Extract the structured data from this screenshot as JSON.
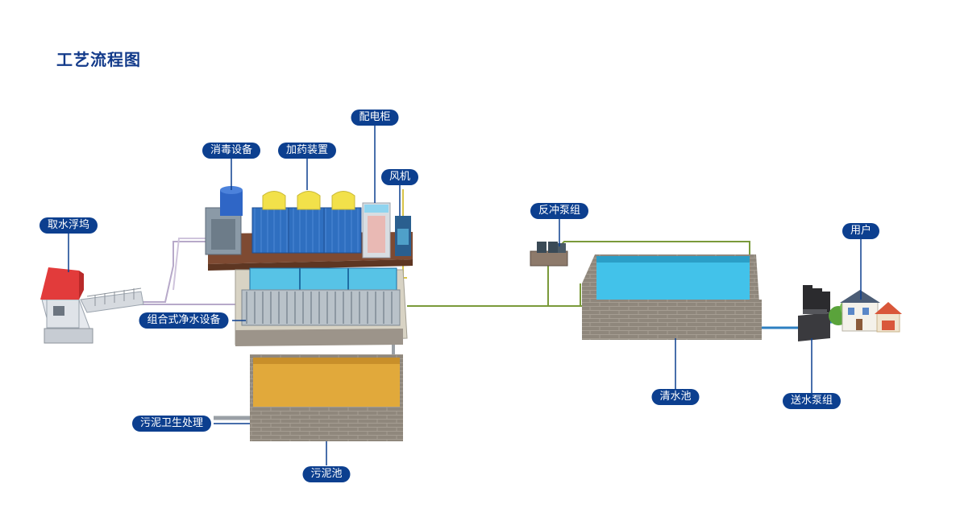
{
  "page": {
    "title": "工艺流程图"
  },
  "labels": {
    "intake": "取水浮坞",
    "disinfection": "消毒设备",
    "dosing": "加药装置",
    "distribution_cabinet": "配电柜",
    "blower": "风机",
    "purification": "组合式净水设备",
    "backwash_pumps": "反冲泵组",
    "clear_water_pool": "清水池",
    "delivery_pumps": "送水泵组",
    "users": "用户",
    "sludge_treatment": "污泥卫生处理",
    "sludge_pool": "污泥池"
  },
  "colors": {
    "label_bg": "#0c3f8f",
    "title": "#123a8a",
    "water": "#3dbfe0",
    "sludge": "#d9a43a",
    "brick": "#8d857a",
    "pipe_green": "#7a9a3a",
    "pipe_blue": "#2d7fc1",
    "roof_red": "#e23b3b"
  }
}
